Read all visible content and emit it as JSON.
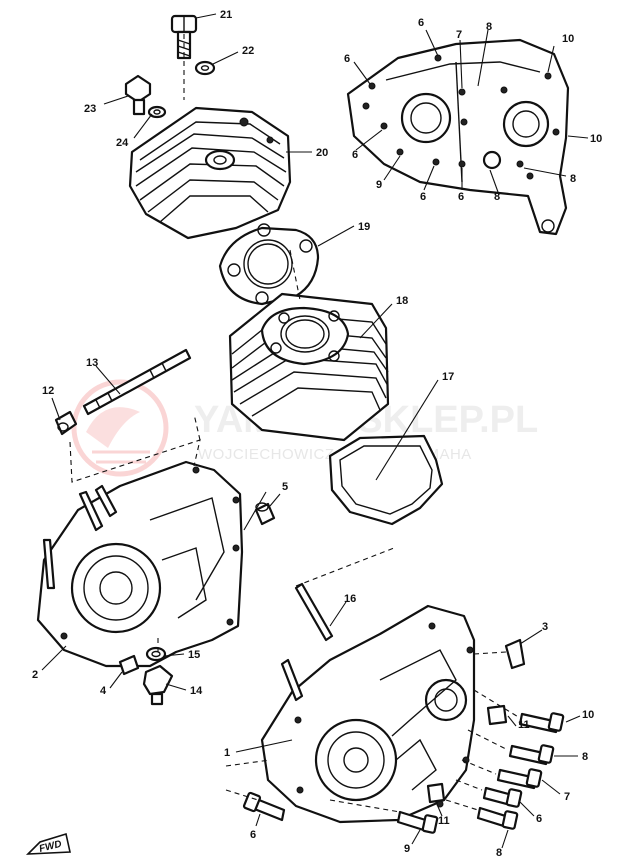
{
  "watermark": {
    "title": "YAMAHASKLEP.PL",
    "subtitle": "WOJCIECHOWICZ DEALER YAMAHA"
  },
  "forward_mark": "FWD",
  "callouts": {
    "c1": "1",
    "c2": "2",
    "c3": "3",
    "c4": "4",
    "c5": "5",
    "c6a": "6",
    "c6b": "6",
    "c6c": "6",
    "c6d": "6",
    "c6e": "6",
    "c6f": "6",
    "c6g": "6",
    "c7a": "7",
    "c7b": "7",
    "c8a": "8",
    "c8b": "8",
    "c8c": "8",
    "c8d": "8",
    "c8e": "8",
    "c9a": "9",
    "c9b": "9",
    "c10a": "10",
    "c10b": "10",
    "c10c": "10",
    "c11a": "11",
    "c11b": "11",
    "c12": "12",
    "c13": "13",
    "c14": "14",
    "c15": "15",
    "c16": "16",
    "c17": "17",
    "c18": "18",
    "c19": "19",
    "c20": "20",
    "c21": "21",
    "c22": "22",
    "c23": "23",
    "c24": "24"
  }
}
